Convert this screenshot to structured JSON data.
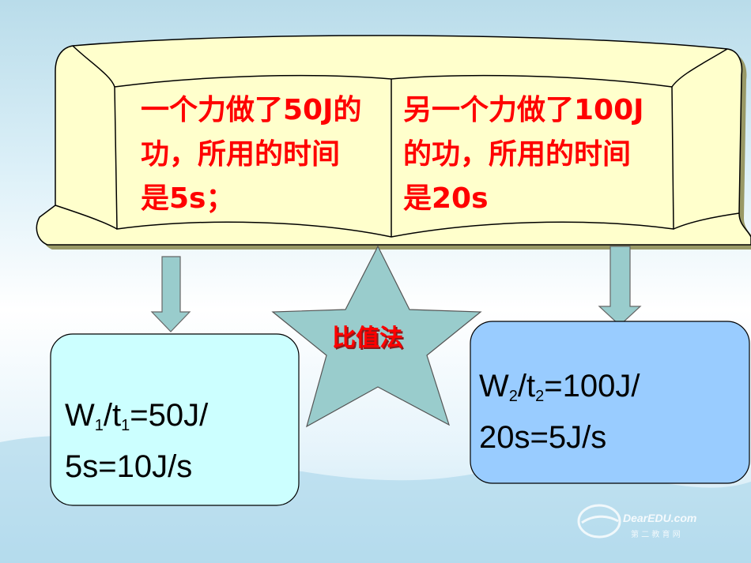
{
  "book": {
    "left_text": "一个力做了50J的功，所用的时间是5s；",
    "right_text": "另一个力做了100J的功，所用的时间是20s"
  },
  "star": {
    "label": "比值法"
  },
  "left_box": {
    "line1_prefix": "W",
    "sub1": "1",
    "mid": "/t",
    "sub2": "1",
    "line1_suffix": "=50J/",
    "line2": "5s=10J/s"
  },
  "right_box": {
    "line1_prefix": "W",
    "sub1": "2",
    "mid": "/t",
    "sub2": "2",
    "line1_suffix": "=100J/",
    "line2": "20s=5J/s"
  },
  "watermark": {
    "brand": "DearEDU.com",
    "subtitle": "第 二 教 育 网"
  },
  "colors": {
    "book_fill": "#ffffcc",
    "left_box": "#ccffff",
    "right_box": "#99ccff",
    "star_fill": "#99cccc",
    "arrow_fill": "#99cccc",
    "text_red": "#ff0000"
  }
}
